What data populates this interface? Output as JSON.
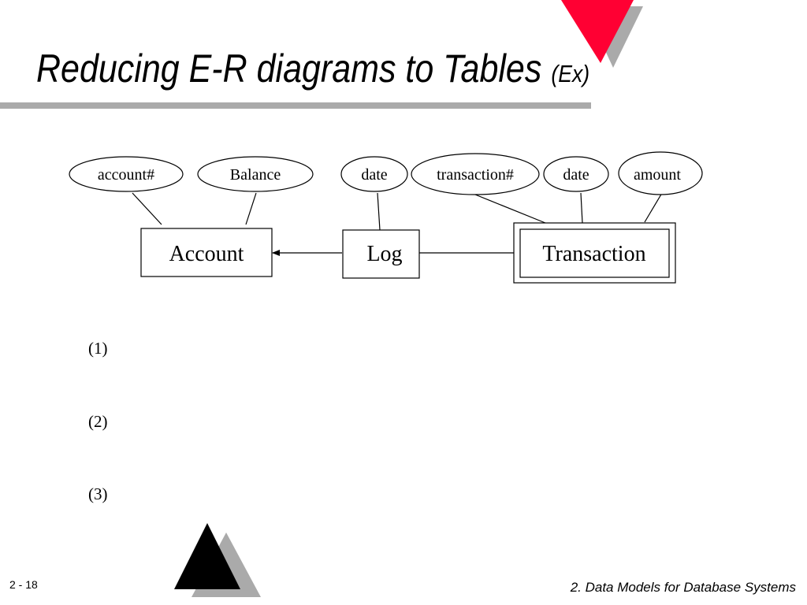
{
  "slide": {
    "title": "Reducing E-R diagrams to Tables",
    "title_suffix": "(Ex)",
    "page_number": "2 - 18",
    "footer": "2. Data Models for Database Systems",
    "items": [
      "(1)",
      "(2)",
      "(3)"
    ]
  },
  "diagram": {
    "entities": {
      "account": "Account",
      "log": "Log",
      "transaction": "Transaction"
    },
    "attributes": {
      "account_number": "account#",
      "balance": "Balance",
      "log_date": "date",
      "transaction_number": "transaction#",
      "transaction_date": "date",
      "amount": "amount"
    }
  },
  "colors": {
    "accent_red": "#ff0033",
    "shadow_gray": "#aaaaaa",
    "triangle_black": "#000000",
    "rule_gray": "#aaaaaa"
  }
}
